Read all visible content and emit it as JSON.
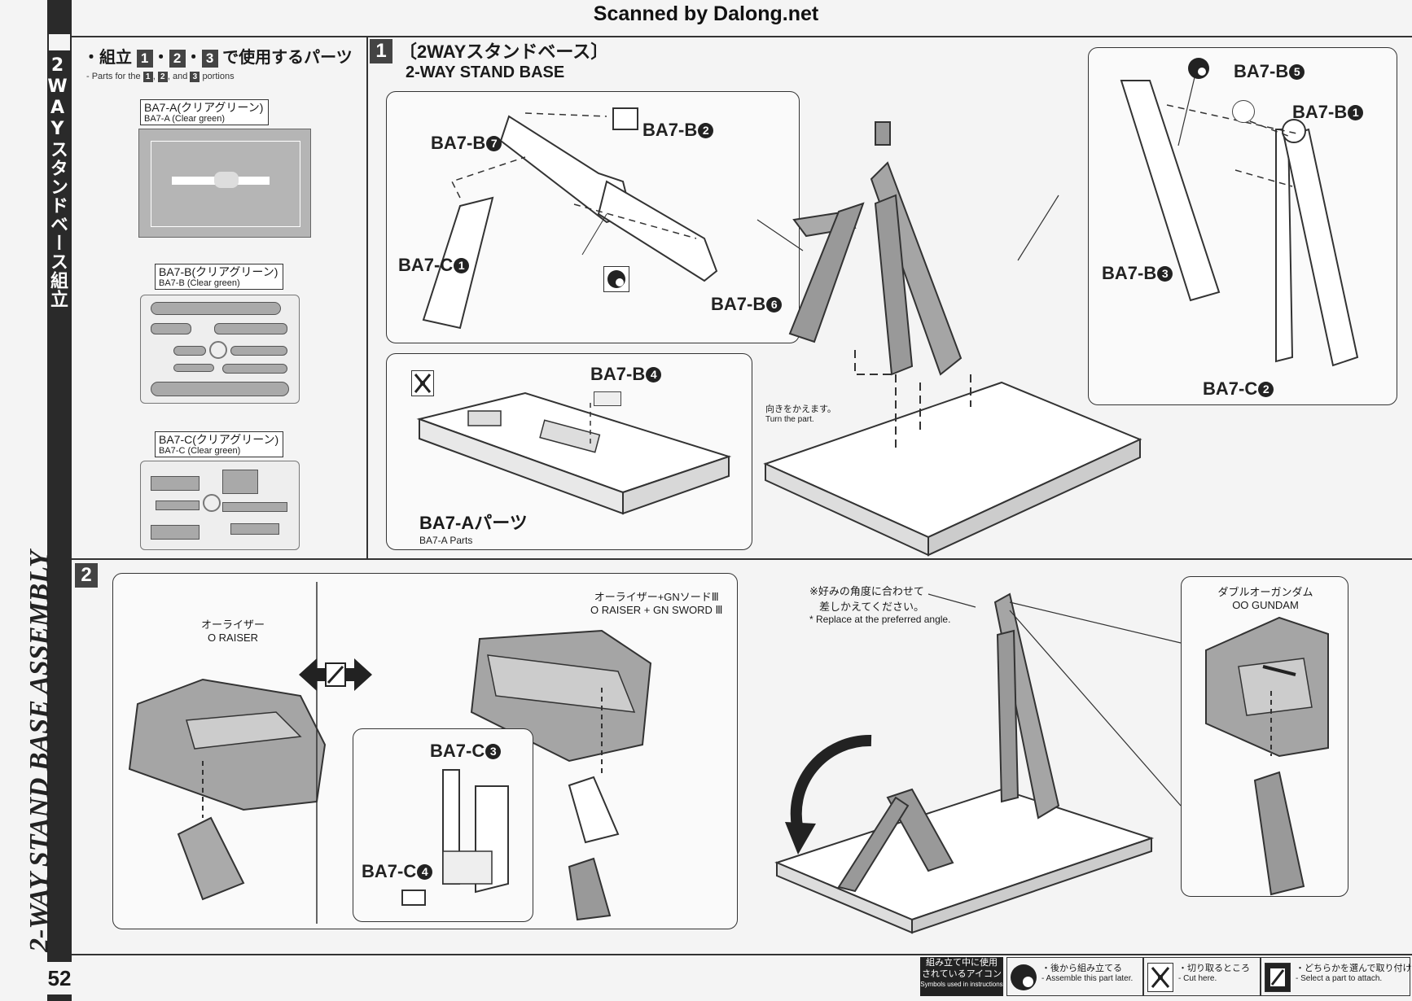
{
  "header": {
    "scan_credit": "Scanned by Dalong.net"
  },
  "sidebar": {
    "title_jp": "2WAYスタンドベース組立",
    "title_en": "2-WAY STAND BASE ASSEMBLY",
    "page_number": "52"
  },
  "parts_panel": {
    "title_prefix": "・組立",
    "title_suffix": "で使用するパーツ",
    "step_refs": [
      "1",
      "2",
      "3"
    ],
    "subtitle_prefix": "- Parts for the",
    "subtitle_and": "and",
    "subtitle_suffix": "portions",
    "runners": [
      {
        "label_jp": "BA7-A(クリアグリーン)",
        "label_en": "BA7-A (Clear green)"
      },
      {
        "label_jp": "BA7-B(クリアグリーン)",
        "label_en": "BA7-B (Clear green)"
      },
      {
        "label_jp": "BA7-C(クリアグリーン)",
        "label_en": "BA7-C (Clear green)"
      }
    ]
  },
  "step1": {
    "number": "1",
    "title_jp": "〔2WAYスタンドベース〕",
    "title_en": "2-WAY STAND BASE",
    "parts": {
      "b7": "BA7-B",
      "b7_num": "7",
      "b2": "BA7-B",
      "b2_num": "2",
      "c1": "BA7-C",
      "c1_num": "1",
      "b6": "BA7-B",
      "b6_num": "6",
      "b4": "BA7-B",
      "b4_num": "4",
      "b5": "BA7-B",
      "b5_num": "5",
      "b1": "BA7-B",
      "b1_num": "1",
      "b3": "BA7-B",
      "b3_num": "3",
      "c2": "BA7-C",
      "c2_num": "2"
    },
    "a_parts_jp": "BA7-Aパーツ",
    "a_parts_en": "BA7-A Parts",
    "turn_note_jp": "向きをかえます。",
    "turn_note_en": "Turn the part."
  },
  "step2": {
    "number": "2",
    "o_raiser_jp": "オーライザー",
    "o_raiser_en": "O RAISER",
    "o_raiser_sword_jp": "オーライザー+GNソードⅢ",
    "o_raiser_sword_en": "O RAISER + GN SWORD Ⅲ",
    "c3": "BA7-C",
    "c3_num": "3",
    "c4": "BA7-C",
    "c4_num": "4",
    "angle_note_jp_1": "※好みの角度に合わせて",
    "angle_note_jp_2": "差しかえてください。",
    "angle_note_en": "* Replace at the preferred angle.",
    "gundam_jp": "ダブルオーガンダム",
    "gundam_en": "OO GUNDAM"
  },
  "legend": {
    "title_jp_1": "組み立て中に使用",
    "title_jp_2": "されているアイコン",
    "title_en": "Symbols used in instructions",
    "items": [
      {
        "icon": "assemble-later-icon",
        "jp": "・後から組み立てる",
        "en": "- Assemble this part later."
      },
      {
        "icon": "cut-here-icon",
        "jp": "・切り取るところ",
        "en": "- Cut here."
      },
      {
        "icon": "select-part-icon",
        "jp": "・どちらかを選んで取り付ける",
        "en": "- Select a part to attach."
      }
    ]
  }
}
